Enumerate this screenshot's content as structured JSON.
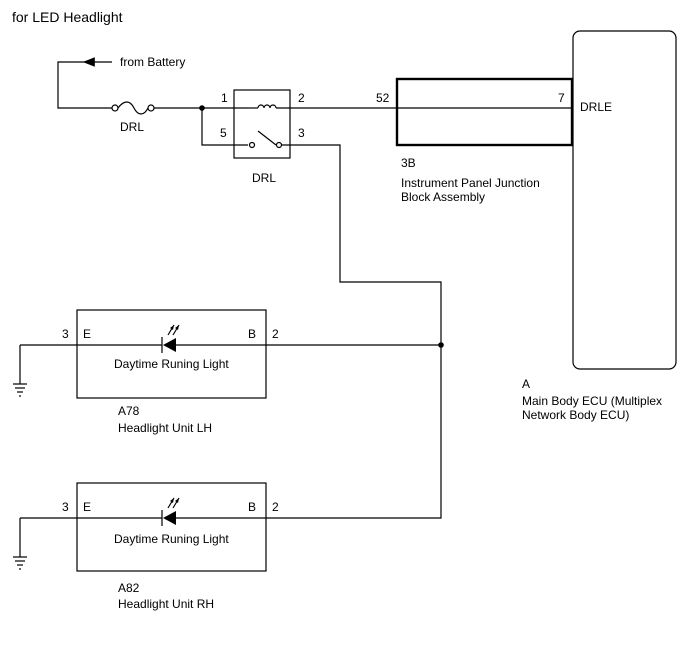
{
  "title": "for LED Headlight",
  "battery": {
    "label": "from Battery"
  },
  "fuse": {
    "label": "DRL"
  },
  "relay": {
    "label": "DRL",
    "pins": {
      "p1": "1",
      "p2": "2",
      "p3": "3",
      "p5": "5"
    }
  },
  "junction_block": {
    "code": "3B",
    "name_line1": "Instrument Panel Junction",
    "name_line2": "Block Assembly",
    "pin": "52"
  },
  "ecu": {
    "code": "A",
    "name_line1": "Main Body ECU (Multiplex",
    "name_line2": "Network Body ECU)",
    "pin": "7",
    "terminal": "DRLE"
  },
  "lh_unit": {
    "code": "A78",
    "name": "Headlight Unit LH",
    "inner_label": "Daytime Runing Light",
    "pin_left": "3",
    "pin_right": "2",
    "term_left": "E",
    "term_right": "B"
  },
  "rh_unit": {
    "code": "A82",
    "name": "Headlight Unit RH",
    "inner_label": "Daytime Runing Light",
    "pin_left": "3",
    "pin_right": "2",
    "term_left": "E",
    "term_right": "B"
  }
}
